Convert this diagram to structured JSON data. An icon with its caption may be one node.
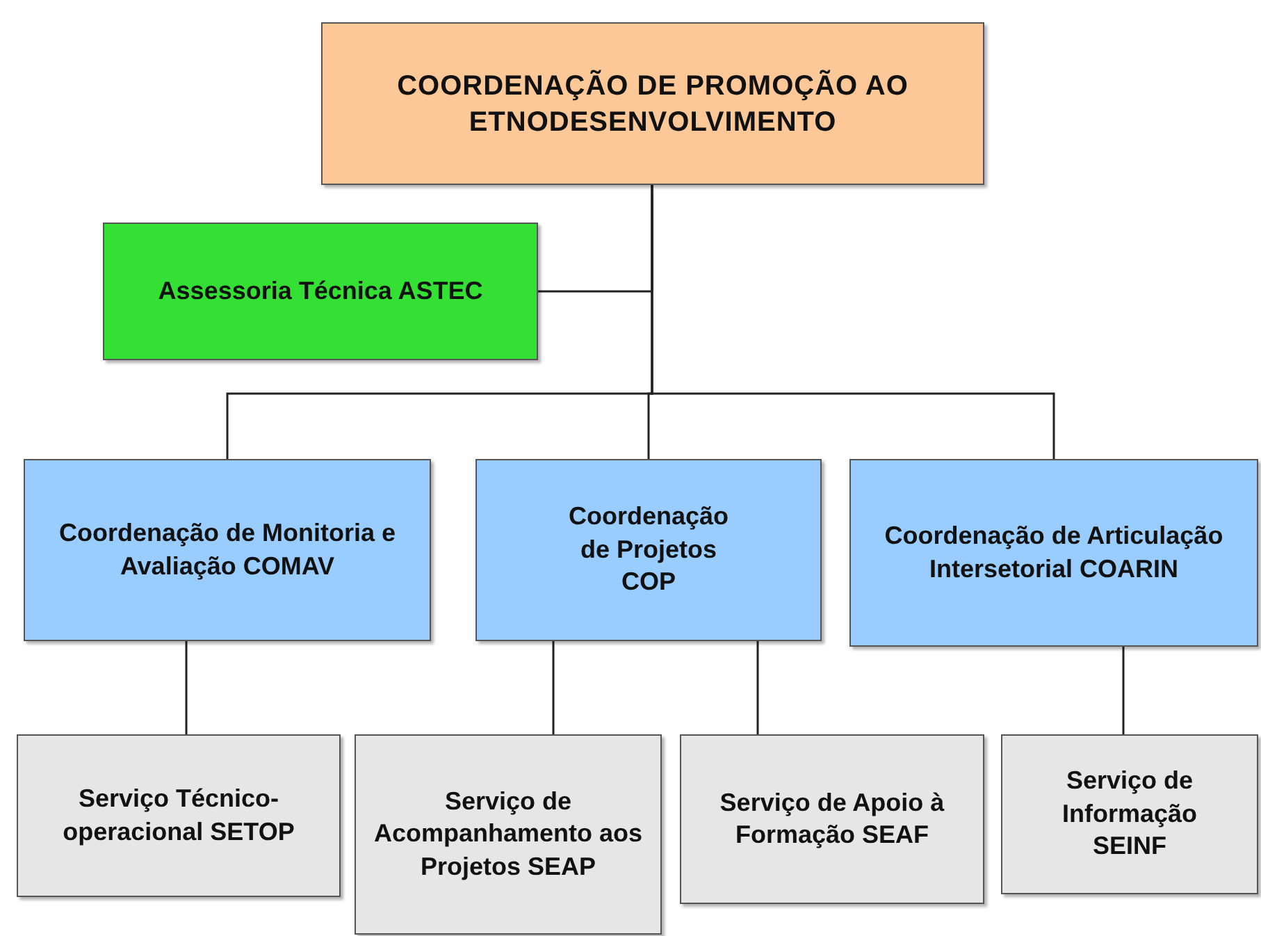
{
  "diagram": {
    "nodes": [
      {
        "text": [
          "COORDENAÇÃO DE PROMOÇÃO AO ETNODESENVOLVIMENTO"
        ]
      },
      {
        "text": [
          "Assessoria Técnica ASTEC"
        ]
      },
      {
        "text": [
          "Coordenação de Monitoria e Avaliação COMAV"
        ]
      },
      {
        "text": [
          "Coordenação de Projetos COP"
        ]
      },
      {
        "text": [
          "Coordenação de Articulação Intersetorial COARIN"
        ]
      },
      {
        "text": [
          "Serviço Técnico-operacional SETOP"
        ]
      },
      {
        "text": [
          "Serviço de Acompanhamento aos Projetos SEAP"
        ]
      },
      {
        "text": [
          "Serviço de Apoio à Formação SEAF"
        ]
      },
      {
        "text": [
          "Serviço de Informação SEINF"
        ]
      }
    ],
    "edges": [
      {
        "from": 0,
        "to": 1,
        "arrow": "none"
      },
      {
        "from": 0,
        "to": 2,
        "arrow": "none"
      },
      {
        "from": 0,
        "to": 3,
        "arrow": "none"
      },
      {
        "from": 0,
        "to": 4,
        "arrow": "none"
      },
      {
        "from": 2,
        "to": 5,
        "arrow": "none"
      },
      {
        "from": 3,
        "to": 6,
        "arrow": "none"
      },
      {
        "from": 3,
        "to": 7,
        "arrow": "none"
      },
      {
        "from": 4,
        "to": 8,
        "arrow": "none"
      }
    ]
  }
}
